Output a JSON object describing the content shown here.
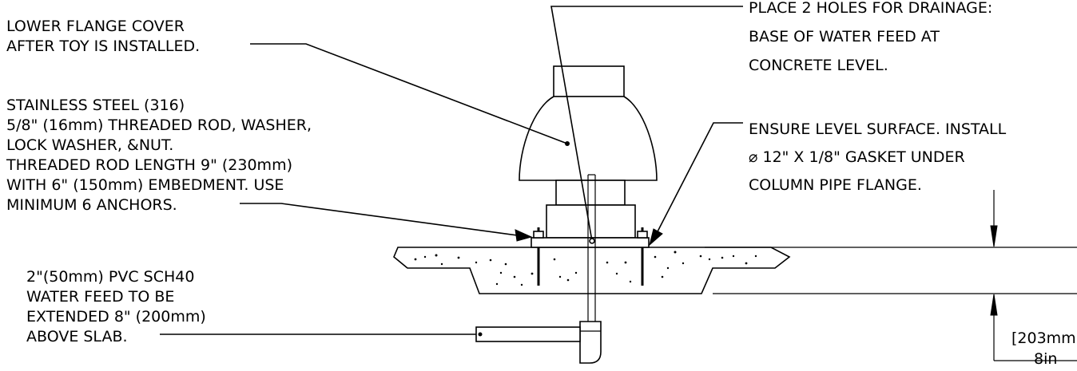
{
  "notes": {
    "flange_cover": [
      "LOWER FLANGE COVER",
      "AFTER TOY IS INSTALLED."
    ],
    "drainage": [
      "PLACE 2 HOLES FOR DRAINAGE:",
      "BASE OF WATER FEED AT",
      "CONCRETE LEVEL."
    ],
    "anchors": [
      "STAINLESS STEEL (316)",
      "5/8\" (16mm) THREADED ROD, WASHER,",
      "LOCK WASHER, &NUT.",
      "THREADED ROD LENGTH 9\" (230mm)",
      "WITH 6\" (150mm) EMBEDMENT. USE",
      "MINIMUM 6 ANCHORS."
    ],
    "gasket": [
      "ENSURE LEVEL SURFACE. INSTALL",
      "⌀ 12\" X 1/8\" GASKET UNDER",
      "COLUMN PIPE FLANGE."
    ],
    "water_feed": [
      "2\"(50mm) PVC SCH40",
      "WATER FEED TO BE",
      "EXTENDED 8\" (200mm)",
      "ABOVE SLAB."
    ]
  },
  "dimension": {
    "metric": "[203mm",
    "imperial": "8in"
  }
}
